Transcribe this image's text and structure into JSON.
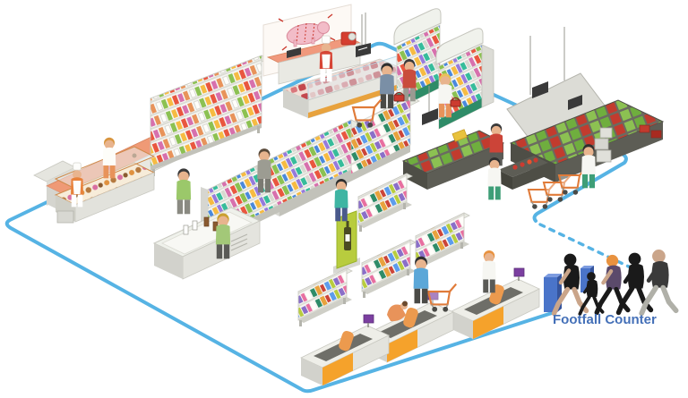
{
  "diagram": {
    "footfall": {
      "label": "Footfall Counter"
    },
    "scene": {
      "checkout_count": 3,
      "footfall_devices": 2,
      "walking_people": 5
    }
  },
  "colors": {
    "perimeter": "#56b3e4",
    "label_text": "#4470b8",
    "device_front": "#4a74c9",
    "device_side": "#35549c",
    "device_top": "#7d9ce0",
    "checkout_accent": "#f5a22b",
    "cooler_trim": "#2f8c68",
    "wine_sign": "#b8cc3e",
    "deli_top": "#ef9a76"
  }
}
